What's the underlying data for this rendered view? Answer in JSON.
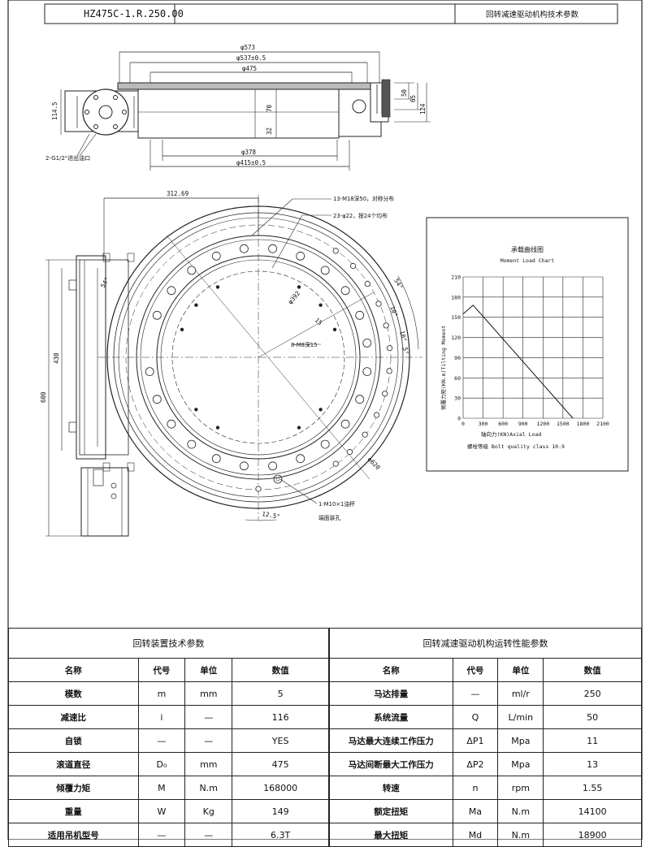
{
  "title_block": {
    "drawing_no": "HZ475C-1.R.250.00",
    "sheet_title": "回转减速驱动机构技术参数"
  },
  "section_view": {
    "dims": [
      "φ573",
      "φ537±0.5",
      "φ475",
      "φ378",
      "φ415±0.5",
      "114.5",
      "70",
      "32",
      "50",
      "65",
      "124"
    ],
    "port_note": "2-G1/2\"进出油口"
  },
  "plan_view": {
    "dims": [
      "312.69",
      "430",
      "600",
      "φ620",
      "φ392",
      "15",
      "54°",
      "54°",
      "10°",
      "10°",
      "5°",
      "12.5°"
    ],
    "notes": [
      "13-M18深50，对称分布",
      "23-φ22，按24个均布",
      "8-M8深15",
      "1-M10×1油杯",
      "端面装孔"
    ]
  },
  "chart_data": {
    "type": "line",
    "title": "承载曲线图",
    "subtitle": "Moment Load Chart",
    "xlabel": "轴向力(KN)Axial Load",
    "ylabel": "倾覆力矩(KN.m)Tilting Moment",
    "x_ticks": [
      0,
      300,
      600,
      900,
      1200,
      1500,
      1800,
      2100
    ],
    "y_ticks": [
      0,
      30,
      60,
      90,
      120,
      150,
      180,
      210
    ],
    "xlim": [
      0,
      2100
    ],
    "ylim": [
      0,
      210
    ],
    "grid": true,
    "series": [
      {
        "x": [
          0,
          150,
          1650
        ],
        "y": [
          155,
          168,
          0
        ]
      }
    ],
    "note": "螺栓等级 Bolt quality class 10.9"
  },
  "tables": {
    "left": {
      "title": "回转装置技术参数",
      "headers": [
        "名称",
        "代号",
        "单位",
        "数值"
      ],
      "rows": [
        [
          "模数",
          "m",
          "mm",
          "5"
        ],
        [
          "减速比",
          "i",
          "—",
          "116"
        ],
        [
          "自锁",
          "—",
          "—",
          "YES"
        ],
        [
          "滚道直径",
          "D₀",
          "mm",
          "475"
        ],
        [
          "倾覆力矩",
          "M",
          "N.m",
          "168000"
        ],
        [
          "重量",
          "W",
          "Kg",
          "149"
        ],
        [
          "适用吊机型号",
          "—",
          "—",
          "6.3T"
        ]
      ]
    },
    "right": {
      "title": "回转减速驱动机构运转性能参数",
      "headers": [
        "名称",
        "代号",
        "单位",
        "数值"
      ],
      "rows": [
        [
          "马达排量",
          "—",
          "ml/r",
          "250"
        ],
        [
          "系统流量",
          "Q",
          "L/min",
          "50"
        ],
        [
          "马达最大连续工作压力",
          "ΔP1",
          "Mpa",
          "11"
        ],
        [
          "马达间断最大工作压力",
          "ΔP2",
          "Mpa",
          "13"
        ],
        [
          "转速",
          "n",
          "rpm",
          "1.55"
        ],
        [
          "额定扭矩",
          "Ma",
          "N.m",
          "14100"
        ],
        [
          "最大扭矩",
          "Md",
          "N.m",
          "18900"
        ]
      ]
    }
  }
}
